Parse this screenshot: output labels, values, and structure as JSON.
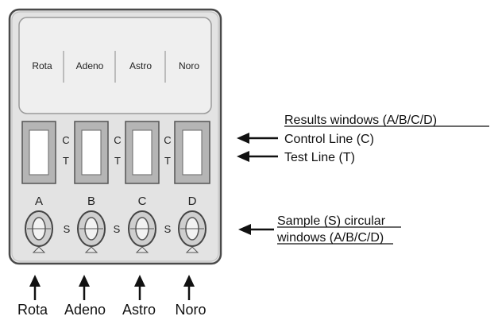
{
  "device": {
    "label_area_names": [
      "Rota",
      "Adeno",
      "Astro",
      "Noro"
    ],
    "ct_letters": {
      "control": "C",
      "test": "T"
    },
    "well_letters": [
      "A",
      "B",
      "C",
      "D"
    ],
    "sample_letter": "S"
  },
  "annotations": {
    "results_windows": "Results windows (A/B/C/D)",
    "control_line": "Control Line (C)",
    "test_line": "Test Line (T)",
    "sample_windows_line1": "Sample (S) circular",
    "sample_windows_line2": "windows (A/B/C/D)"
  },
  "bottom_labels": [
    "Rota",
    "Adeno",
    "Astro",
    "Noro"
  ],
  "colors": {
    "cassette_fill": "#e6e6e6",
    "cassette_stroke": "#555555",
    "text": "#111111"
  }
}
